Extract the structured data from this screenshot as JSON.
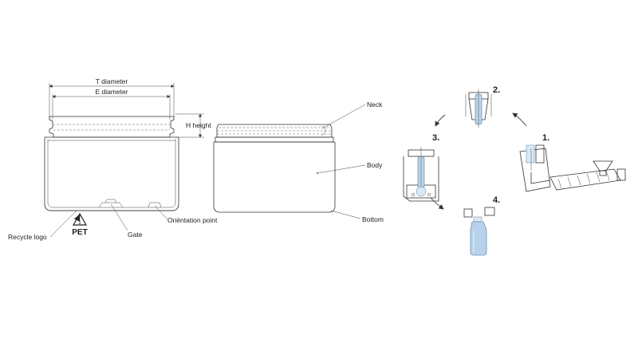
{
  "labels": {
    "t_diameter": "T diameter",
    "e_diameter": "E diameter",
    "h_height": "H height",
    "recycle_logo": "Recycle logo",
    "gate": "Gate",
    "orientation_point": "Oriëntation point",
    "neck": "Neck",
    "body": "Body",
    "bottom": "Bottom",
    "recycle_number": "1",
    "pet": "PET"
  },
  "steps": {
    "step1": "1.",
    "step2": "2.",
    "step3": "3.",
    "step4": "4."
  },
  "colors": {
    "line": "#333333",
    "preform_blue": "#bcd6ec",
    "bottle_blue": "#b7d3ec"
  }
}
